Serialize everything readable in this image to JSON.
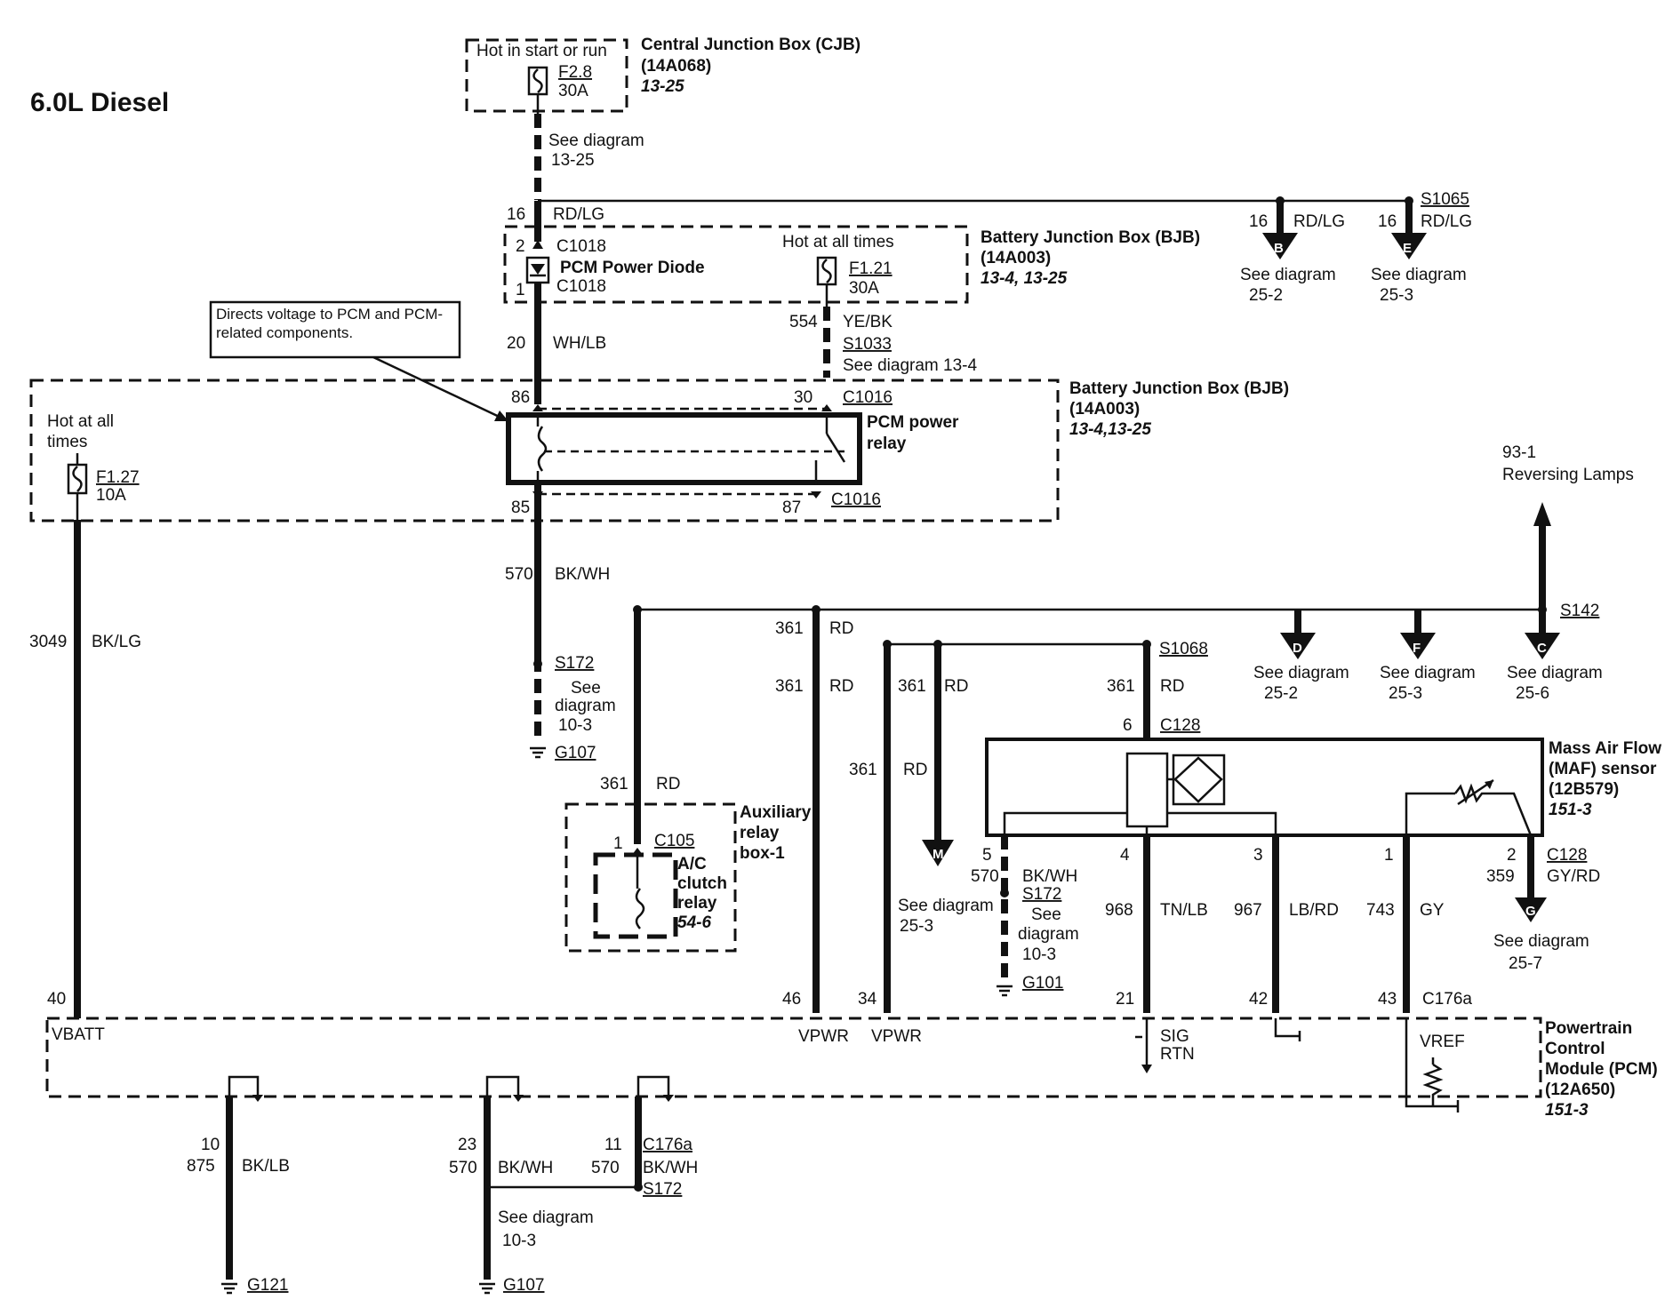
{
  "title": "6.0L Diesel",
  "cjb": {
    "hot_label": "Hot in start or run",
    "fuse_id": "F2.8",
    "fuse_amp": "30A",
    "name": "Central Junction Box (CJB)",
    "part": "(14A068)",
    "ref": "13-25",
    "see_diagram": "See diagram",
    "see_ref": "13-25"
  },
  "top_bus": {
    "circuit_16": "16",
    "color_rdlg": "RD/LG",
    "branch_b_circuit": "16",
    "branch_b_color": "RD/LG",
    "branch_b_letter": "B",
    "branch_b_see": "See diagram",
    "branch_b_ref": "25-2",
    "splice_s1065": "S1065",
    "branch_e_circuit": "16",
    "branch_e_color": "RD/LG",
    "branch_e_letter": "E",
    "branch_e_see": "See diagram",
    "branch_e_ref": "25-3"
  },
  "bjb_upper": {
    "pin2": "2",
    "pin1": "1",
    "conn_c1018_a": "C1018",
    "conn_c1018_b": "C1018",
    "diode_label": "PCM Power Diode",
    "hot_label": "Hot at all times",
    "fuse_id": "F1.21",
    "fuse_amp": "30A",
    "name": "Battery Junction Box (BJB)",
    "part": "(14A003)",
    "ref": "13-4, 13-25"
  },
  "mid_wires": {
    "circuit_20": "20",
    "color_whlb": "WH/LB",
    "circuit_554": "554",
    "color_yebk": "YE/BK",
    "splice_s1033": "S1033",
    "see_diag_13_4": "See diagram 13-4",
    "callout": "Directs voltage to PCM and PCM-related components."
  },
  "bjb_lower": {
    "hot_line1": "Hot at all",
    "hot_line2": "times",
    "fuse_id": "F1.27",
    "fuse_amp": "10A",
    "pin86": "86",
    "pin30": "30",
    "conn_c1016_a": "C1016",
    "relay_line1": "PCM power",
    "relay_line2": "relay",
    "pin85": "85",
    "pin87": "87",
    "conn_c1016_b": "C1016",
    "name": "Battery Junction Box (BJB)",
    "part": "(14A003)",
    "ref": "13-4,13-25"
  },
  "ground_wires": {
    "circuit_570": "570",
    "color_bkwh": "BK/WH",
    "splice_s172": "S172",
    "see_l1": "See",
    "see_l2": "diagram",
    "see_l3": "10-3",
    "ground_g107": "G107",
    "circuit_3049": "3049",
    "color_bklg": "BK/LG"
  },
  "rd_bus": {
    "circuit": "361",
    "color": "RD",
    "splice_s142": "S142",
    "splice_s1068": "S1068",
    "rev_l1": "93-1",
    "rev_l2": "Reversing Lamps",
    "d_letter": "D",
    "d_see": "See diagram",
    "d_ref": "25-2",
    "f_letter": "F",
    "f_see": "See diagram",
    "f_ref": "25-3",
    "c_letter": "C",
    "c_see": "See diagram",
    "c_ref": "25-6",
    "m_letter": "M",
    "m_see": "See diagram",
    "m_ref": "25-3",
    "g_letter": "G",
    "g_see": "See diagram",
    "g_ref": "25-7"
  },
  "aux_relay": {
    "circuit": "361",
    "color": "RD",
    "pin1": "1",
    "conn": "C105",
    "relay_l1": "A/C",
    "relay_l2": "clutch",
    "relay_l3": "relay",
    "relay_ref": "54-6",
    "box_l1": "Auxiliary",
    "box_l2": "relay",
    "box_l3": "box-1"
  },
  "maf": {
    "pin6": "6",
    "conn_top": "C128",
    "name_l1": "Mass Air Flow",
    "name_l2": "(MAF) sensor",
    "part": "(12B579)",
    "ref": "151-3",
    "pin5": "5",
    "c570": "570",
    "bkwh": "BK/WH",
    "s172": "S172",
    "see_l1": "See",
    "see_l2": "diagram",
    "see_l3": "10-3",
    "g101": "G101",
    "pin4": "4",
    "c968": "968",
    "tnlb": "TN/LB",
    "pin3": "3",
    "c967": "967",
    "lbrd": "LB/RD",
    "pin1": "1",
    "c743": "743",
    "gy": "GY",
    "pin2": "2",
    "conn_bot": "C128",
    "c359": "359",
    "gyrd": "GY/RD"
  },
  "pcm": {
    "pin40": "40",
    "vbatt": "VBATT",
    "pin46": "46",
    "vpwr1": "VPWR",
    "pin34": "34",
    "vpwr2": "VPWR",
    "pin21": "21",
    "sig": "SIG",
    "rtn": "RTN",
    "pin42": "42",
    "pin43": "43",
    "conn": "C176a",
    "vref": "VREF",
    "name_l1": "Powertrain",
    "name_l2": "Control",
    "name_l3": "Module (PCM)",
    "part": "(12A650)",
    "ref": "151-3",
    "pin10": "10",
    "c875": "875",
    "bklb": "BK/LB",
    "g121": "G121",
    "pin23": "23",
    "c570a": "570",
    "bkwh_a": "BK/WH",
    "pin11": "11",
    "c570b": "570",
    "bkwh_b": "BK/WH",
    "conn_b": "C176a",
    "s172": "S172",
    "see": "See diagram",
    "see_ref": "10-3",
    "g107": "G107"
  }
}
